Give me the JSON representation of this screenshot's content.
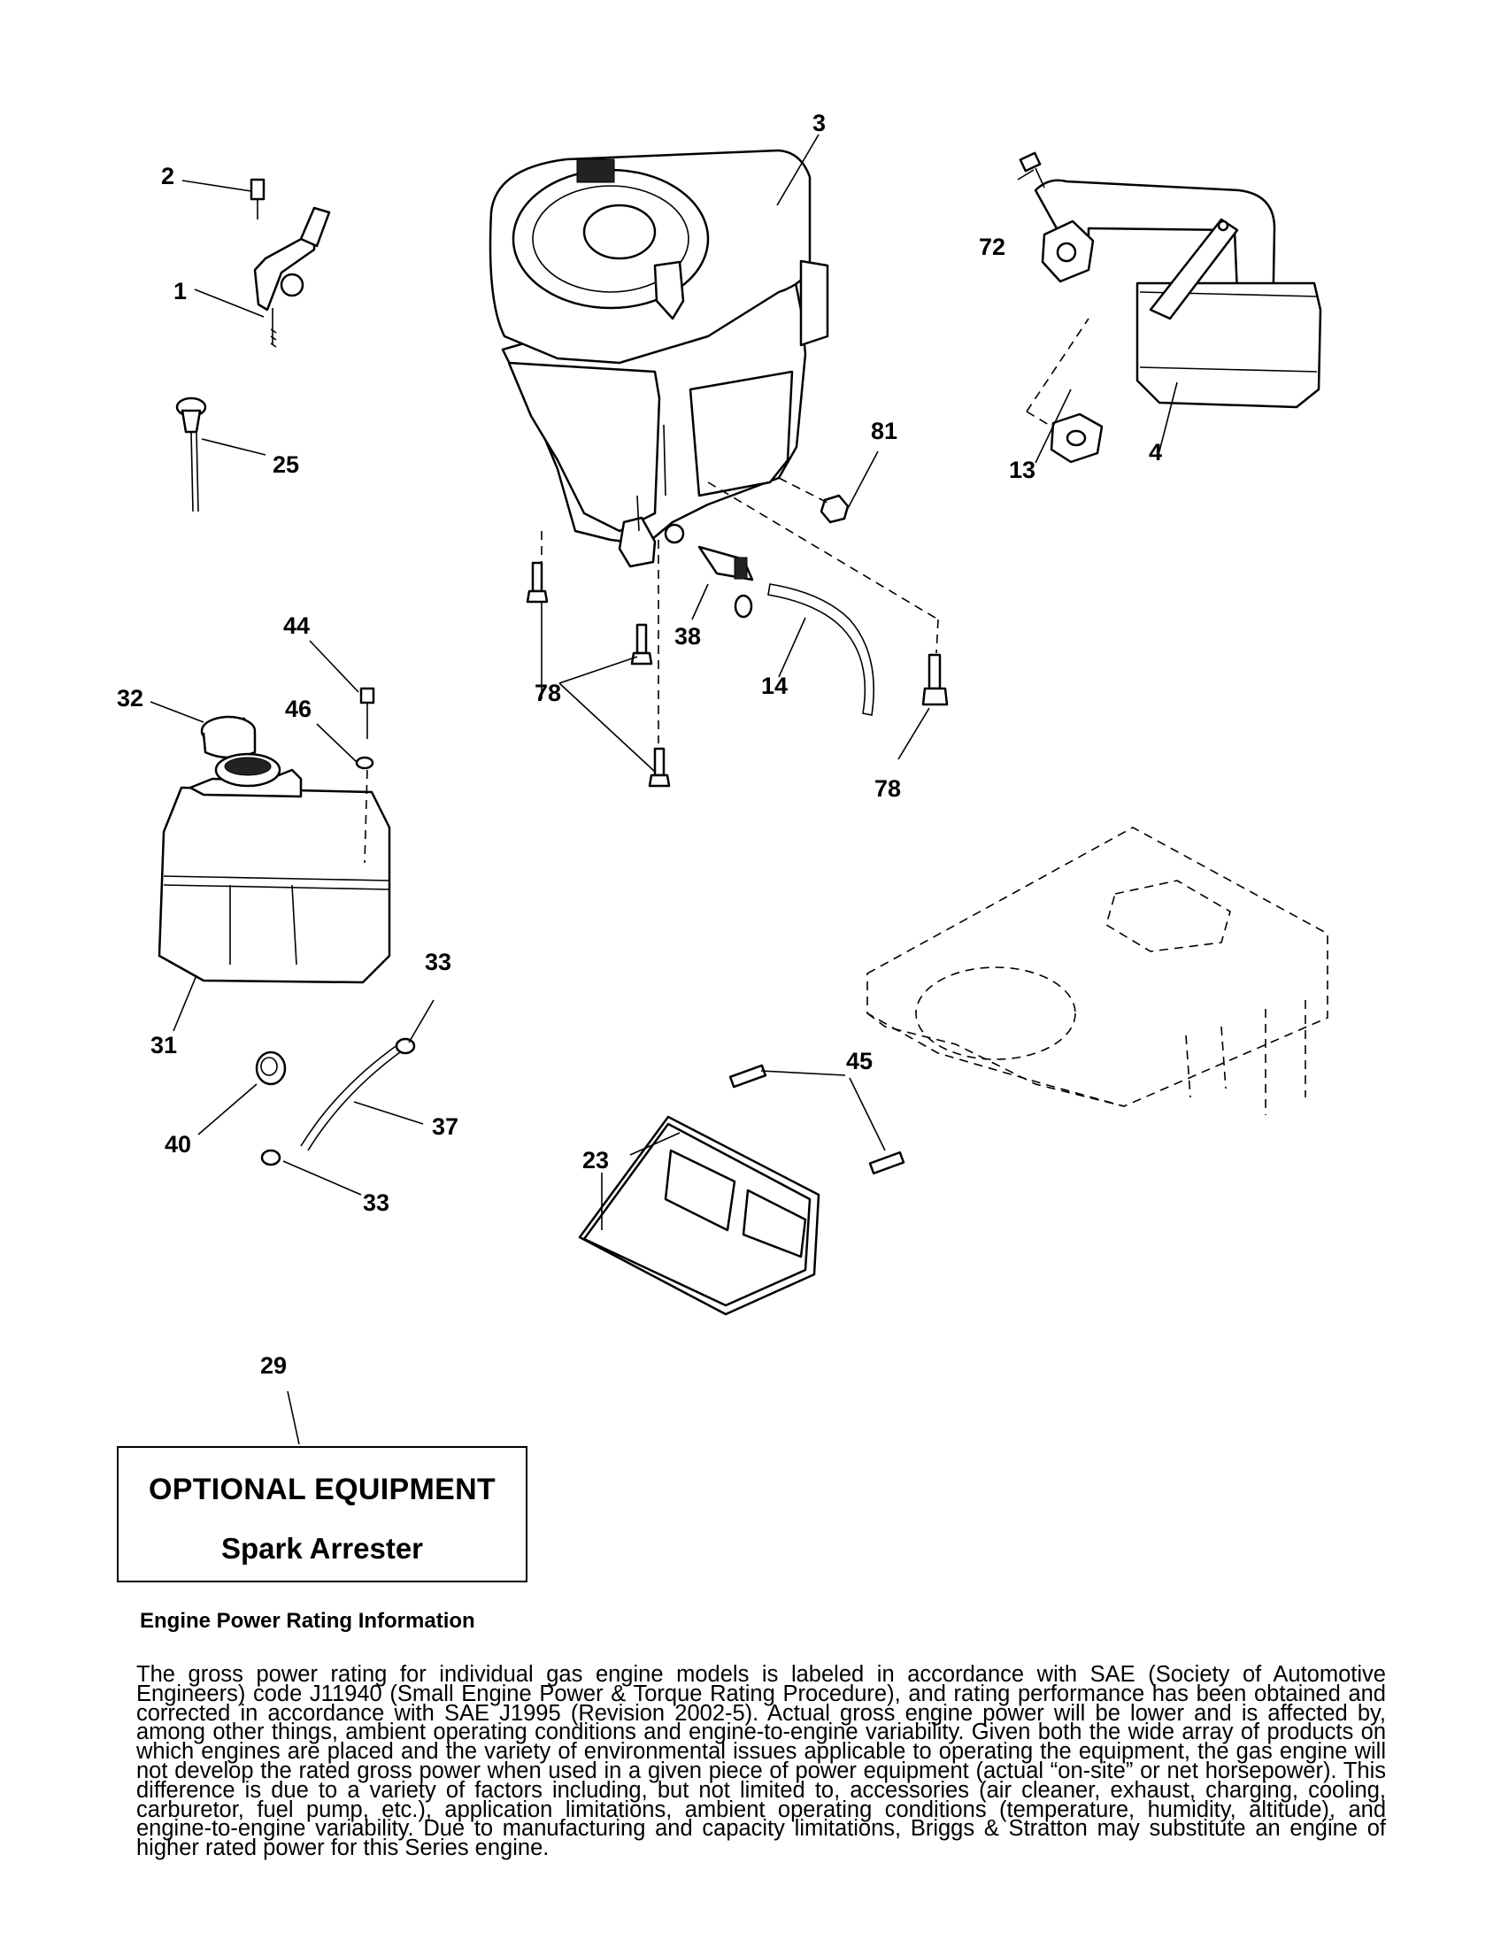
{
  "callouts": {
    "c1": "1",
    "c2": "2",
    "c3": "3",
    "c4": "4",
    "c13": "13",
    "c14": "14",
    "c23": "23",
    "c25": "25",
    "c29": "29",
    "c31": "31",
    "c32": "32",
    "c33a": "33",
    "c33b": "33",
    "c37": "37",
    "c38": "38",
    "c40": "40",
    "c44": "44",
    "c45": "45",
    "c46": "46",
    "c72": "72",
    "c78a": "78",
    "c78b": "78",
    "c81": "81"
  },
  "optional_equipment": {
    "title": "OPTIONAL EQUIPMENT",
    "item": "Spark Arrester"
  },
  "power_rating": {
    "heading": "Engine Power Rating Information",
    "body": "The gross power rating for individual gas engine models is labeled in accordance with SAE (Society of Automotive Engineers) code J11940 (Small Engine Power & Torque Rating Procedure), and rating performance has been obtained and corrected in accordance with SAE J1995 (Revision 2002-5). Actual gross engine power will be lower and is affected by, among other things, ambient operating conditions and engine-to-engine variability. Given both the wide array of products on which engines are placed and the variety of environmental issues applicable to operating the equipment, the gas engine will not develop the rated gross power when used in a given piece of power equipment (actual “on-site” or net horsepower). This difference is due to a variety of factors including, but not limited to, accessories (air cleaner, exhaust, charging, cooling, carburetor, fuel pump, etc.), application limitations, ambient operating conditions (temperature, humidity, altitude), and engine-to-engine variability. Due to manufacturing and capacity limitations, Briggs & Stratton may substitute an engine of higher rated power for this Series engine."
  }
}
